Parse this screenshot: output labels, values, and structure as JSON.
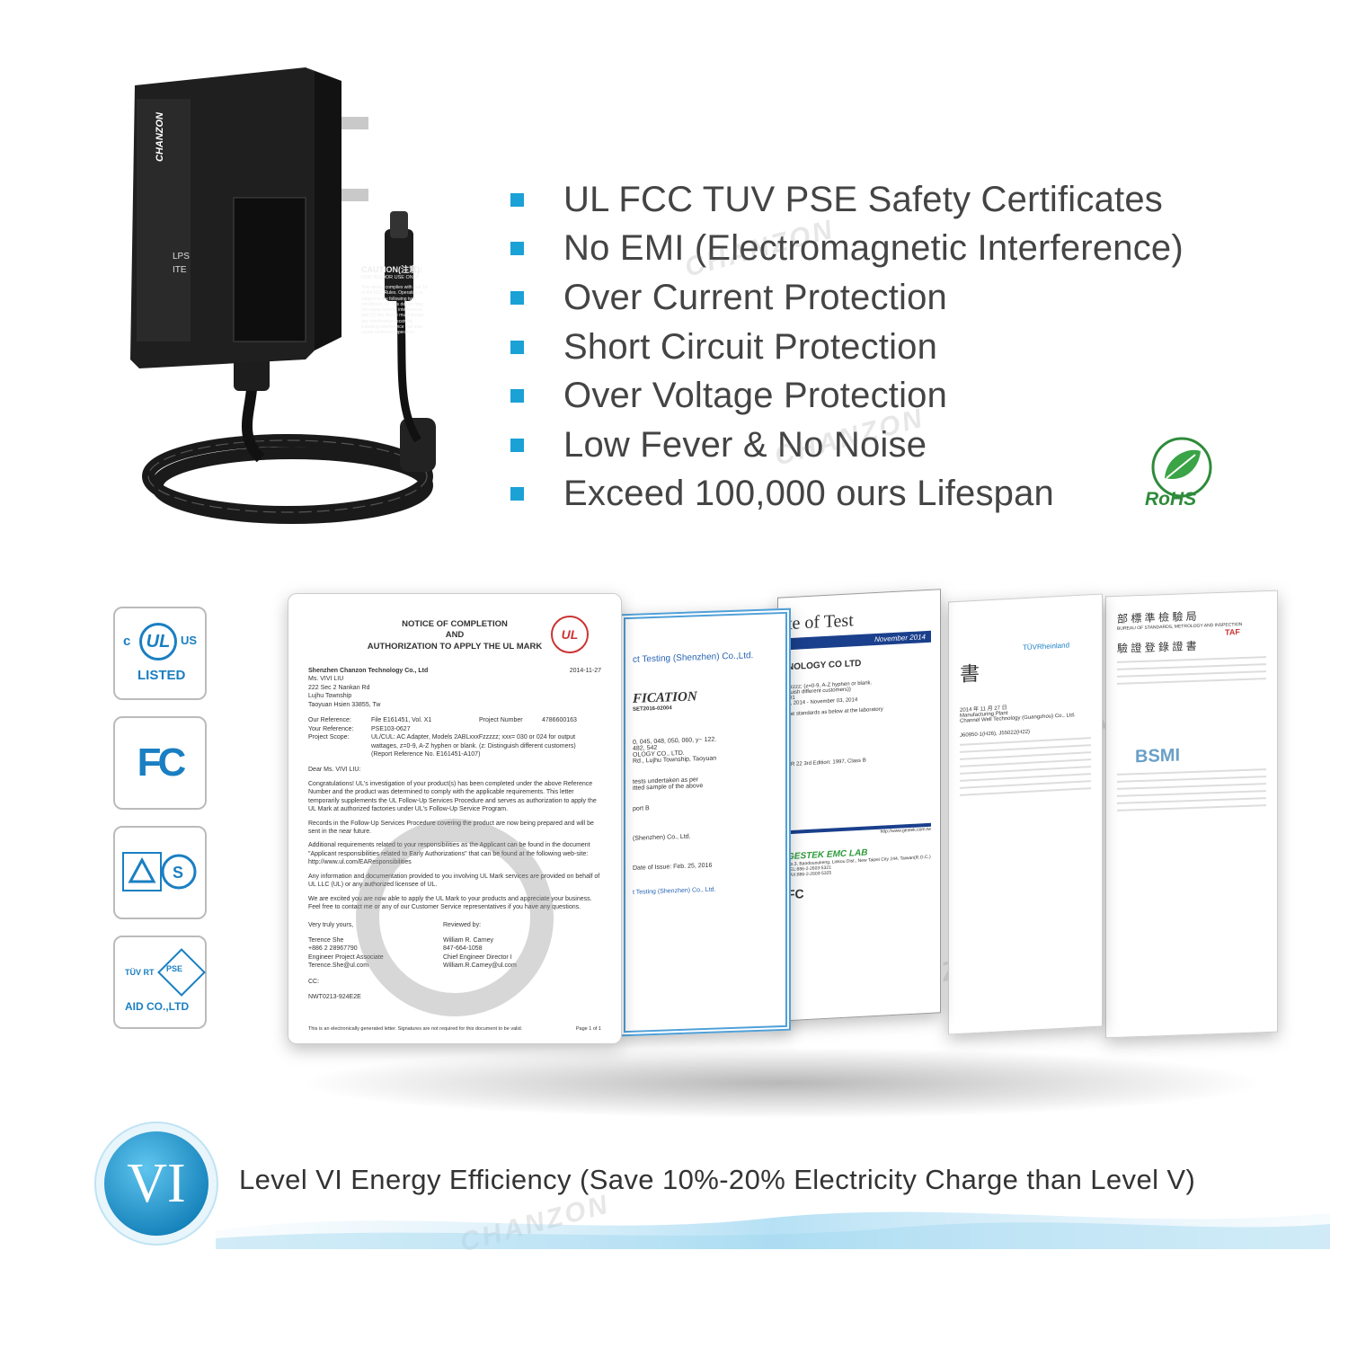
{
  "features": [
    "UL FCC TUV PSE Safety Certificates",
    "No EMI (Electromagnetic Interference)",
    "Over Current Protection",
    "Short Circuit Protection",
    "Over Voltage Protection",
    "Low Fever & No Noise",
    "Exceed 100,000 ours Lifespan"
  ],
  "adapter": {
    "brand": "CHANZON",
    "caution_title": "CAUTION(注意):",
    "caution_sub": "FOR INDOOR USE ONLY",
    "caution_body": "This device complies with part 15 of the FCC Rules. Operation is subject to the following two conditions: (1) This device may not cause harmful interference, and (2) this device must accept any interference received, including interference that may cause undesired operation.",
    "label_lps": "LPS",
    "label_ite": "ITE"
  },
  "rohs": "RoHS",
  "watermark": "CHANZON",
  "cert_icons": {
    "ul": {
      "c": "c",
      "us": "US",
      "mark": "UL",
      "listed": "LISTED"
    },
    "fcc": "FC",
    "tuv_rt": "TÜV RT",
    "pse": "PSE",
    "aid": "AID CO.,LTD"
  },
  "doc_main": {
    "title1": "NOTICE OF COMPLETION",
    "title2": "AND",
    "title3": "AUTHORIZATION TO APPLY THE UL MARK",
    "company": "Shenzhen Chanzon Technology Co., Ltd",
    "date": "2014-11-27",
    "addr1": "Ms. VIVI LIU",
    "addr2": "222 Sec 2 Nankan Rd",
    "addr3": "Lujhu Township",
    "addr4": "Taoyuan Hsien 33855, Tw",
    "our_ref_label": "Our Reference:",
    "our_ref": "File E161451, Vol. X1",
    "project_number_label": "Project Number",
    "project_number": "4786600163",
    "your_ref_label": "Your Reference:",
    "your_ref": "PSE103-0627",
    "scope_label": "Project Scope:",
    "scope": "UL/CUL: AC Adapter, Models 2ABLxxxFzzzzz; xxx= 030 or 024 for output wattages, z=0-9, A-Z hyphen or blank. (z: Distinguish different customers)",
    "scope_ref": "(Report Reference No. E161451-A107)",
    "dear": "Dear Ms. VIVI LIU:",
    "para1": "Congratulations! UL's investigation of your product(s) has been completed under the above Reference Number and the product was determined to comply with the applicable requirements. This letter temporarily supplements the UL Follow-Up Services Procedure and serves as authorization to apply the UL Mark at authorized factories under UL's Follow-Up Service Program.",
    "para2": "Records in the Follow-Up Services Procedure covering the product are now being prepared and will be sent in the near future.",
    "para3": "Additional requirements related to your responsibilities as the Applicant can be found in the document \"Applicant responsibilities related to Early Authorizations\" that can be found at the following web-site: http://www.ul.com/EAResponsibilities",
    "para4": "Any information and documentation provided to you involving UL Mark services are provided on behalf of UL LLC (UL) or any authorized licensee of UL.",
    "para5": "We are excited you are now able to apply the UL Mark to your products and appreciate your business. Feel free to contact me or any of our Customer Service representatives if you have any questions.",
    "closing": "Very truly yours,",
    "reviewed": "Reviewed by:",
    "signer1": "Terence She",
    "signer1_phone": "+886 2 28967790",
    "signer1_title": "Engineer Project Associate",
    "signer1_email": "Terence.She@ul.com",
    "signer2": "William R. Carney",
    "signer2_phone": "847-664-1058",
    "signer2_title": "Chief Engineer Director I",
    "signer2_email": "William.R.Carney@ul.com",
    "cc": "CC:",
    "code": "NWT0213-924E2E",
    "footer": "This is an electronically generated letter. Signatures are not required for this document to be valid.",
    "page": "Page 1 of 1"
  },
  "doc2": {
    "lab": "ct Testing (Shenzhen) Co.,Ltd.",
    "heading": "FICATION",
    "ref": "SET2016-02004",
    "models": "0, 045, 048, 050, 060, y~ 122.",
    "models2": "482, 542",
    "company": "OLOGY CO., LTD.",
    "addr": "Rd., Lujhu Township, Taoyuan",
    "tests": "tests undertaken as per",
    "sample": "itted sample of the above",
    "port": "port B",
    "shenzhen": "(Shenzhen) Co., Ltd.",
    "date": "Date of Issue: Feb. 25, 2016",
    "lab2": "t Testing (Shenzhen) Co., Ltd."
  },
  "doc3": {
    "title": "te of Test",
    "month": "November 2014",
    "company": "NOLOGY CO LTD",
    "model": "zzzzz; (z=0-9, A-Z hyphen or blank.",
    "customers": "guish different customers))",
    "num": "-01",
    "date_range": "V, 2014 - November 03, 2014",
    "standards": "the standards as below at the laboratory",
    "std": "PR 22 3rd Edition: 1997, Class B",
    "url": "http://www.gestek.com.tw",
    "lab": "GESTEK EMC LAB",
    "addr": "No.3, Baodououkeng, Linkou Dist., New Taipei City 244, Taiwan(R.O.C.)",
    "tel": "TEL:886-2-2603-5321",
    "fax": "FAX:886-2-2603-5325",
    "fc": "FC"
  },
  "doc4": {
    "tuv": "TÜVRheinland",
    "book": "書",
    "date": "2014 年 11 月 27 日",
    "mfr": "Manufacturing Plant",
    "addr": "Channel Well Technology (Guangzhou) Co., Ltd.",
    "std": "J60950-1(H26), J55022(H22)"
  },
  "doc5": {
    "bureau": "部 標 準 檢 驗 局",
    "en": "BUREAU OF STANDARDS, METROLOGY AND INSPECTION",
    "cert": "驗 證 登 錄 證 書",
    "taf": "TAF",
    "bsmi": "BSMI"
  },
  "energy": {
    "badge": "VI",
    "text": "Level VI Energy Efficiency (Save 10%-20% Electricity Charge than Level V)"
  },
  "colors": {
    "bullet": "#1aa1d6",
    "badge": "#1aa1d6",
    "rohs_green": "#2e8b3a"
  }
}
